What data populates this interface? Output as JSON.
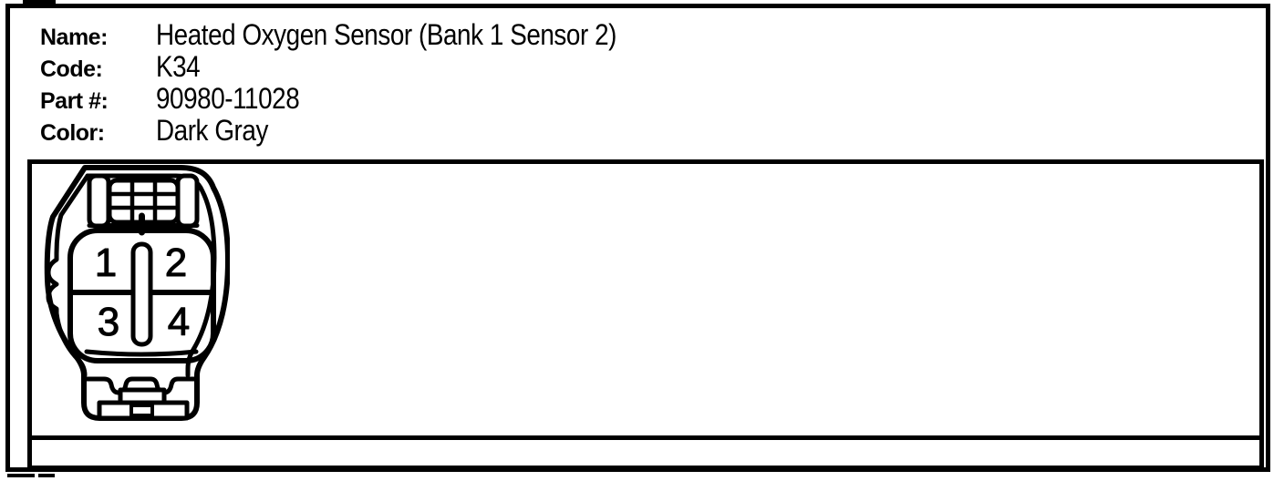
{
  "header": {
    "rows": [
      {
        "label": "Name:",
        "value": "Heated Oxygen Sensor (Bank 1 Sensor 2)"
      },
      {
        "label": "Code:",
        "value": "K34"
      },
      {
        "label": "Part #:",
        "value": "90980-11028"
      },
      {
        "label": "Color:",
        "value": "Dark Gray"
      }
    ]
  },
  "connector": {
    "type": "connector-pinout-diagram",
    "pins": [
      "1",
      "2",
      "3",
      "4"
    ]
  },
  "colors": {
    "line": "#000000",
    "background": "#ffffff"
  }
}
